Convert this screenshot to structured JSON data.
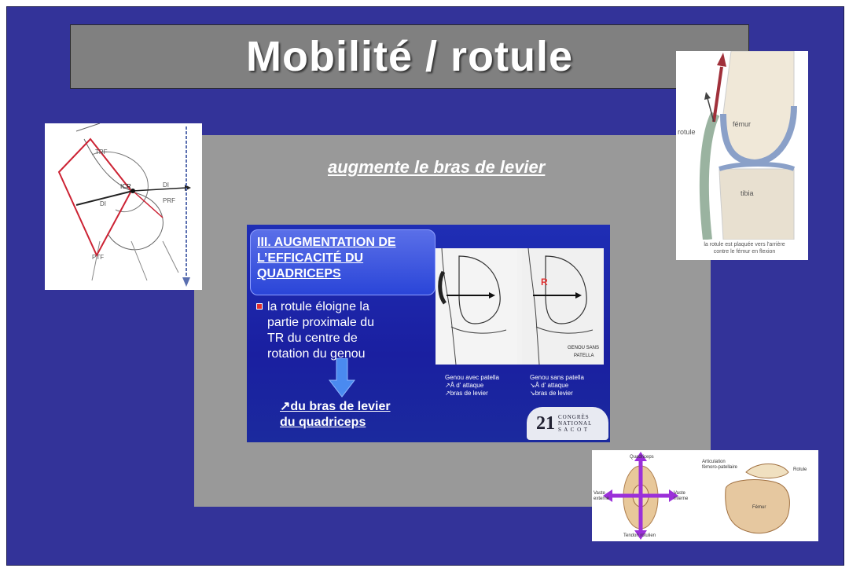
{
  "slide": {
    "title": "Mobilité / rotule",
    "subtitle": "augmente le bras de levier"
  },
  "inner_slide": {
    "heading_lines": [
      "III.  AUGMENTATION DE",
      "L’EFFICACITÉ DU",
      "QUADRICEPS"
    ],
    "bullet_lines": [
      "la rotule éloigne la",
      "partie proximale du",
      "TR du centre de",
      "rotation du genou"
    ],
    "conclusion_lines": [
      "↗du bras de levier",
      "du quadriceps"
    ],
    "knee_label_R": "R",
    "knee_label_genou": "GENOU SANS",
    "knee_label_patella": "PATELLA",
    "caption_left": [
      "Genou avec patella",
      "↗Â d' attaque",
      "↗bras de levier"
    ],
    "caption_right": [
      "Genou sans patella",
      "↘Â d' attaque",
      "↘bras de levier"
    ],
    "congress_number": "21",
    "congress_words": [
      "CONGRÈS",
      "NATIONAL",
      "S A C O T"
    ]
  },
  "left_diagram": {
    "labels": [
      "TRF",
      "ICR",
      "DI",
      "DI",
      "PRF",
      "PTF"
    ]
  },
  "topright_diagram": {
    "labels": {
      "rotule": "rotule",
      "femur": "fémur",
      "tibia": "tibia"
    },
    "caption_lines": [
      "la rotule est plaquée vers l'arrière",
      "contre le fémur en flexion"
    ]
  },
  "botright_diagram": {
    "labels": {
      "quadriceps": "Quadriceps",
      "vaste_externe": [
        "Vaste",
        "externe"
      ],
      "vaste_interne": [
        "Vaste",
        "interne"
      ],
      "tendon": "Tendon rotulien",
      "articulation": [
        "Articulation",
        "fémoro-patellaire"
      ],
      "rotule": "Rotule",
      "femur": "Fémur"
    }
  },
  "colors": {
    "slide_bg": "#333399",
    "title_bg": "#808080",
    "panel_bg": "#999999",
    "inner_bg": "#1f2eb5",
    "arrow_purple": "#9b30d9"
  }
}
